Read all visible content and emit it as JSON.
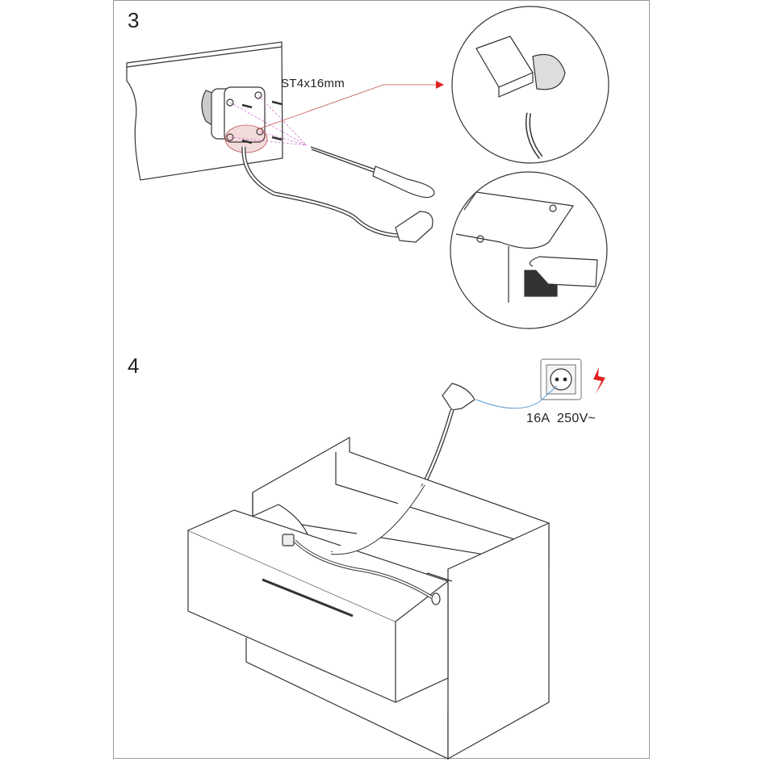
{
  "steps": [
    {
      "number": "3",
      "screw_label": "ST4x16mm"
    },
    {
      "number": "4",
      "socket_rating": "16A  250V~"
    }
  ],
  "colors": {
    "callout": "#c0504d",
    "guide": "#cc66cc",
    "cable": "#5b9bd5",
    "warning": "#e02020",
    "line": "#333333"
  }
}
